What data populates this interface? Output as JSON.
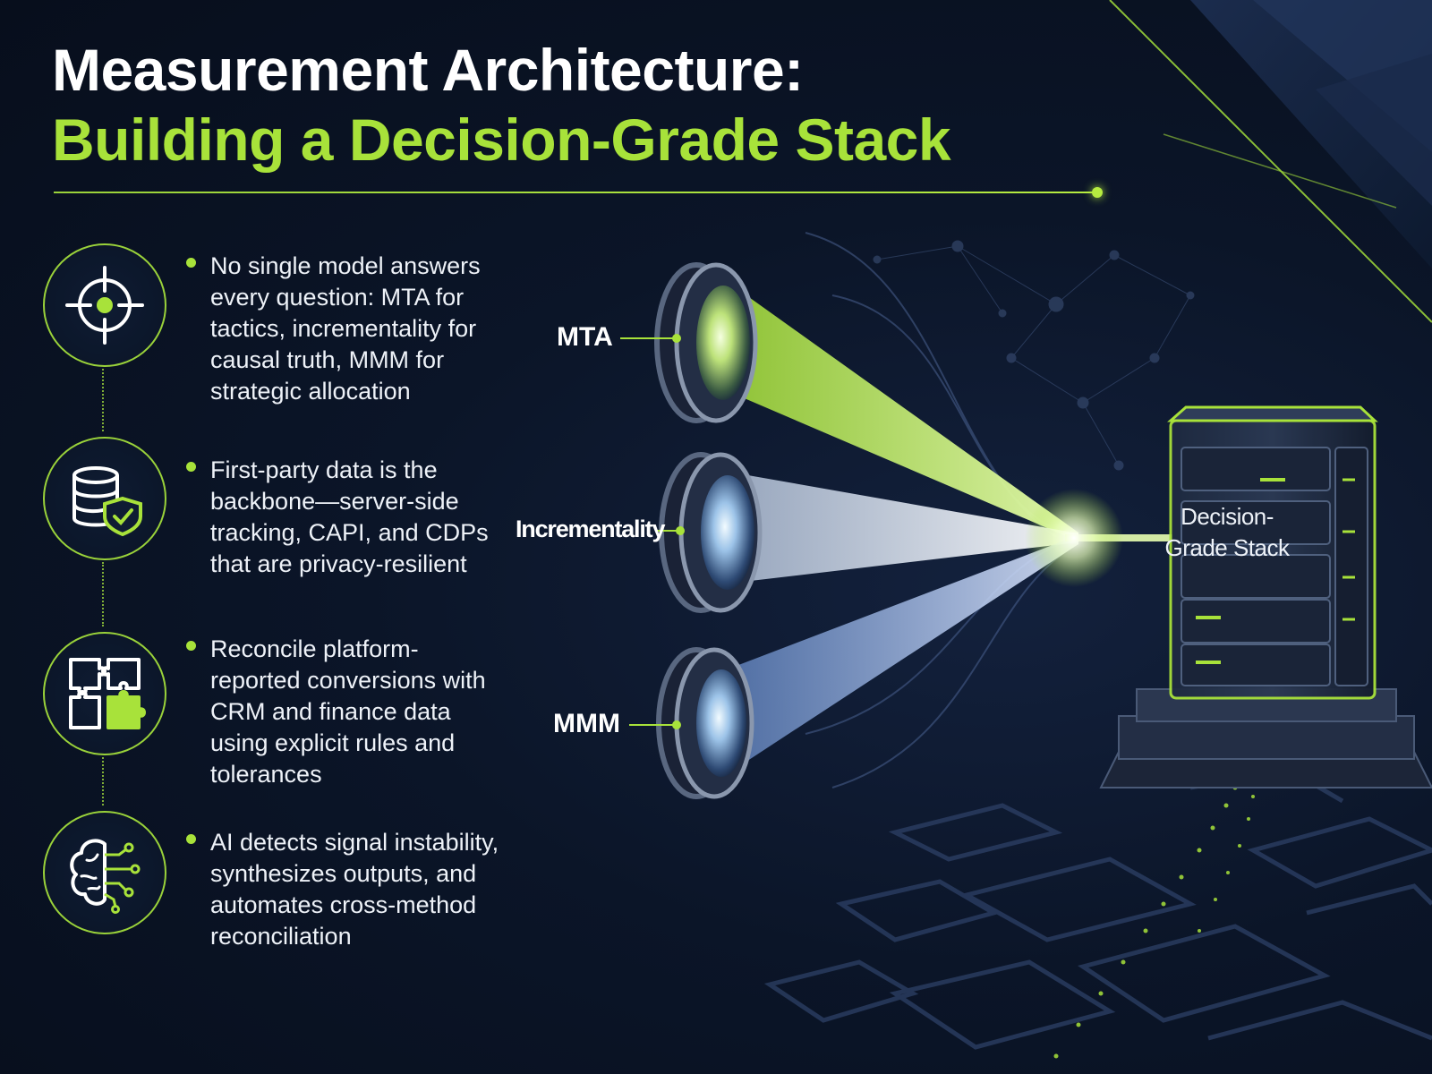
{
  "title": {
    "line1": "Measurement Architecture:",
    "line2": "Building a Decision-Grade Stack"
  },
  "bullets": [
    {
      "icon": "target-icon",
      "text": "No single model answers every question: MTA for tactics, incrementality for causal truth, MMM for strategic allocation"
    },
    {
      "icon": "database-shield-icon",
      "text": "First-party data is the backbone—server-side tracking, CAPI, and CDPs that are privacy-resilient"
    },
    {
      "icon": "puzzle-icon",
      "text": "Reconcile platform-reported conversions with CRM and finance data using explicit rules and tolerances"
    },
    {
      "icon": "ai-brain-icon",
      "text": "AI detects signal instability, synthesizes outputs, and automates cross-method reconciliation"
    }
  ],
  "lenses": [
    {
      "label": "MTA",
      "beam_color": "#a8e23a"
    },
    {
      "label": "Incrementality",
      "beam_color": "#d6e4f7"
    },
    {
      "label": "MMM",
      "beam_color": "#7fa6e0"
    }
  ],
  "stack": {
    "label_line1": "Decision-",
    "label_line2": "Grade Stack"
  },
  "colors": {
    "accent": "#a8e23a",
    "background": "#0b1528",
    "text": "#ffffff"
  }
}
